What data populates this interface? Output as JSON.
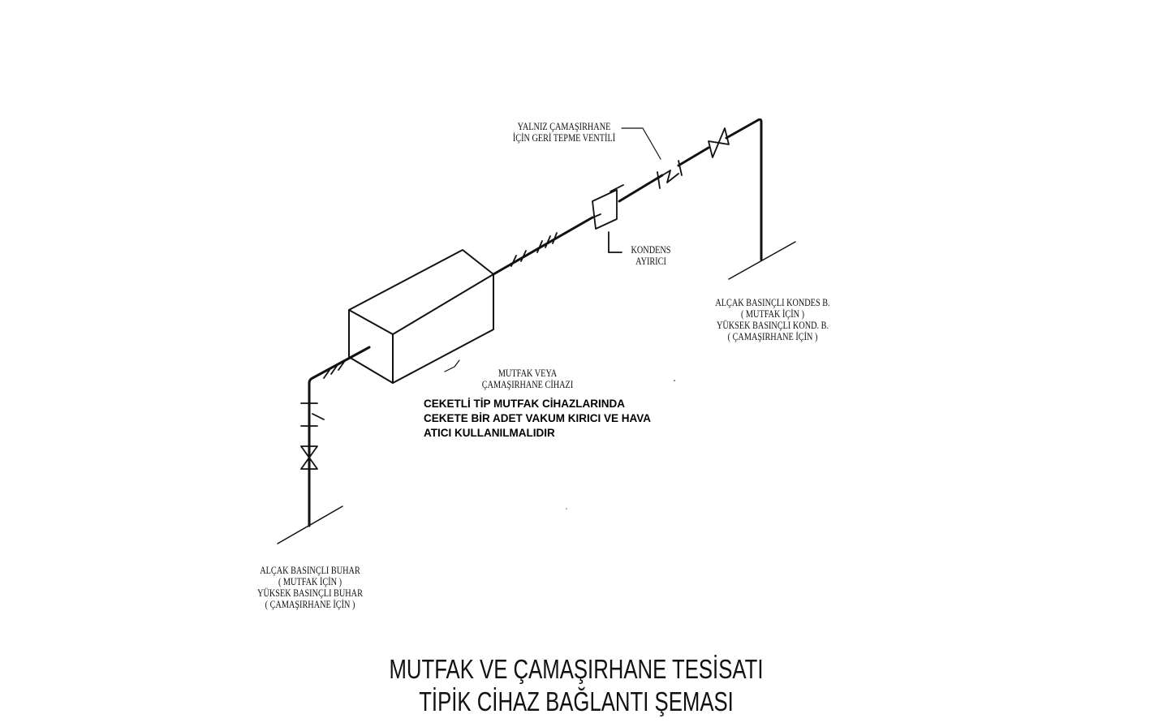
{
  "labels": {
    "check_valve": [
      "YALNIZ ÇAMAŞIRHANE",
      "İÇİN GERİ TEPME VENTİLİ"
    ],
    "separator": [
      "KONDENS",
      "AYIRICI"
    ],
    "condensate": [
      "ALÇAK BASINÇLI KONDES B.",
      "( MUTFAK İÇİN )",
      "YÜKSEK BASINÇLI KOND. B.",
      "( ÇAMAŞIRHANE İÇİN )"
    ],
    "appliance": [
      "MUTFAK VEYA",
      "ÇAMAŞIRHANE CİHAZI"
    ],
    "steam": [
      "ALÇAK BASINÇLI BUHAR",
      "( MUTFAK İÇİN )",
      "YÜKSEK BASINÇLI BUHAR",
      "( ÇAMAŞIRHANE İÇİN )"
    ]
  },
  "note": [
    "CEKETLİ TİP MUTFAK CİHAZLARINDA",
    "CEKETE BİR ADET VAKUM KIRICI VE HAVA",
    "ATICI KULLANILMALIDIR"
  ],
  "title": {
    "line1": "MUTFAK VE ÇAMAŞIRHANE TESİSATI",
    "line2": "TİPİK CİHAZ BAĞLANTI ŞEMASI"
  },
  "colors": {
    "line": "#111111",
    "background": "#ffffff"
  }
}
